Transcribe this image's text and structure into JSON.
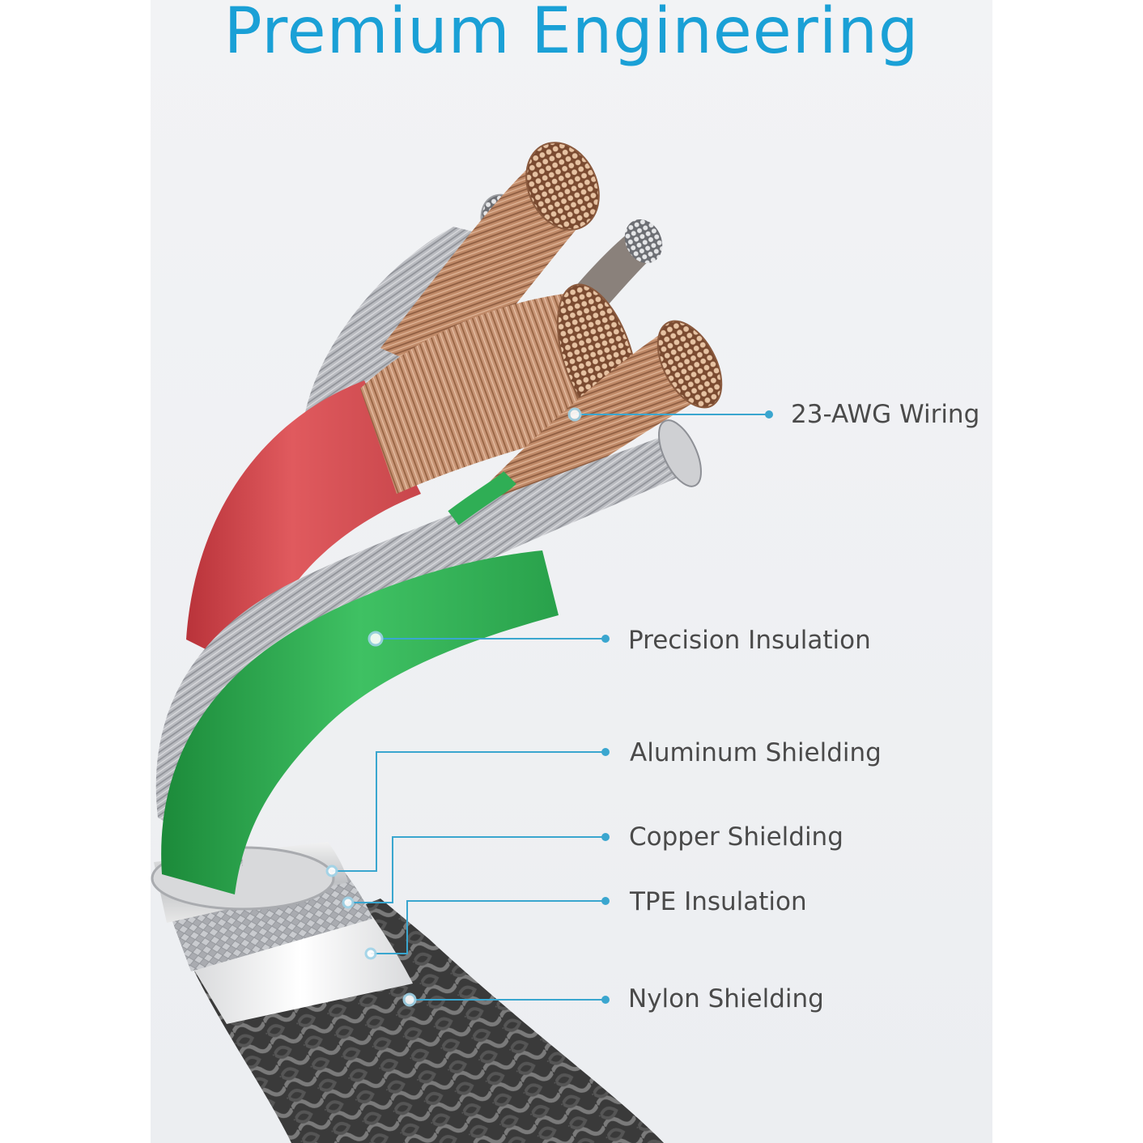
{
  "title": "Premium Engineering",
  "colors": {
    "accent": "#1aa0d6",
    "callout_line": "#3aa6cf",
    "label_text": "#4a4a4a",
    "panel": "#eef0f3"
  },
  "callouts": [
    {
      "id": "awg-wiring",
      "label": "23-AWG Wiring"
    },
    {
      "id": "precision-insulation",
      "label": "Precision Insulation"
    },
    {
      "id": "aluminum-shielding",
      "label": "Aluminum Shielding"
    },
    {
      "id": "copper-shielding",
      "label": "Copper Shielding"
    },
    {
      "id": "tpe-insulation",
      "label": "TPE Insulation"
    },
    {
      "id": "nylon-shielding",
      "label": "Nylon Shielding"
    }
  ]
}
